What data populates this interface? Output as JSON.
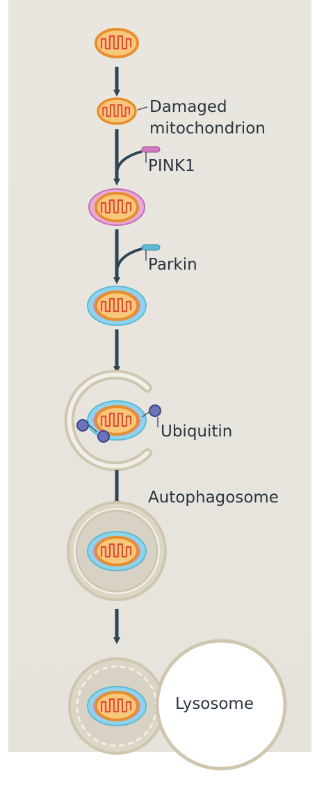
{
  "labels": {
    "damaged_line1": "Damaged",
    "damaged_line2": "mitochondrion",
    "pink1": "PINK1",
    "parkin": "Parkin",
    "ubiquitin": "Ubiquitin",
    "autophagosome": "Autophagosome",
    "lysosome": "Lysosome"
  },
  "colors": {
    "background": "#e7e4dd",
    "arrow": "#2f4552",
    "mito_fill": "#f7c77a",
    "mito_outline": "#e78e2c",
    "cristae": "#e24a3a",
    "pink1": "#d07abf",
    "parkin": "#5cb9d4",
    "ubiquitin": "#4f5aa0",
    "membrane": "#cfc6b0"
  }
}
